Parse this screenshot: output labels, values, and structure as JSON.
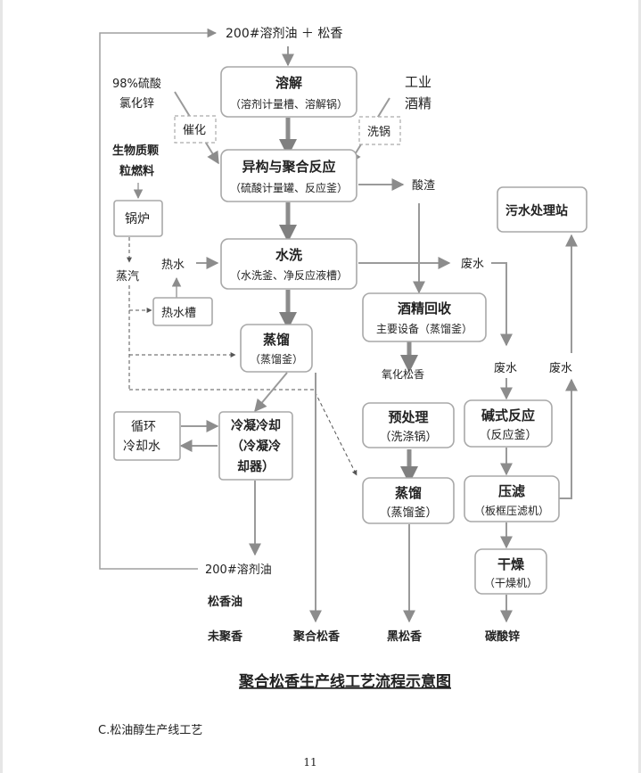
{
  "inputs": {
    "solvent_rosin": "200#溶剂油 ＋ 松香",
    "acid_line1": "98%硫酸",
    "acid_line2": "氯化锌",
    "alcohol_line1": "工业",
    "alcohol_line2": "酒精",
    "fuel_line1": "生物质颗",
    "fuel_line2": "粒燃料"
  },
  "labels": {
    "catalyst": "催化",
    "wash_pot": "洗锅",
    "boiler": "锅炉",
    "steam": "蒸汽",
    "hot_water": "热水",
    "hot_water_tank": "热水槽",
    "acid_residue": "酸渣",
    "waste_water_1": "废水",
    "waste_water_2": "废水",
    "waste_water_3": "废水",
    "oxidized_rosin": "氧化松香",
    "circulating_water_line1": "循环",
    "circulating_water_line2": "冷却水",
    "wastewater_station": "污水处理站"
  },
  "steps": {
    "dissolve": {
      "name": "溶解",
      "equipment": "（溶剂计量槽、溶解锅）"
    },
    "isomerize": {
      "name": "异构与聚合反应",
      "equipment": "（硫酸计量罐、反应釜）"
    },
    "wash": {
      "name": "水洗",
      "equipment": "（水洗釜、净反应液槽）"
    },
    "distill": {
      "name": "蒸馏",
      "equipment": "（蒸馏釜）"
    },
    "condense": {
      "line1": "冷凝冷却",
      "line2": "（冷凝冷",
      "line3": "却器）"
    },
    "alcohol_recovery": {
      "name": "酒精回收",
      "equipment": "主要设备（蒸馏釜）"
    },
    "pretreat": {
      "name": "预处理",
      "equipment": "（洗涤锅）"
    },
    "distill2": {
      "name": "蒸馏",
      "equipment": "（蒸馏釜）"
    },
    "alkaline": {
      "name": "碱式反应",
      "equipment": "（反应釜）"
    },
    "filter": {
      "name": "压滤",
      "equipment": "（板框压滤机）"
    },
    "dry": {
      "name": "干燥",
      "equipment": "（干燥机）"
    }
  },
  "outputs": {
    "solvent_oil": "200#溶剂油",
    "rosin_oil": "松香油",
    "unpolymerized": "未聚香",
    "polymerized_rosin": "聚合松香",
    "black_rosin": "黑松香",
    "zinc_carbonate": "碳酸锌"
  },
  "caption": "聚合松香生产线工艺流程示意图",
  "section_heading": "C.松油醇生产线工艺",
  "page_number": "11"
}
